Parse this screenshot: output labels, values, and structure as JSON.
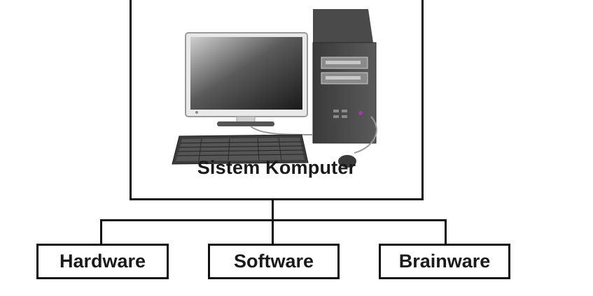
{
  "diagram": {
    "root": {
      "label": "Sistem Komputer",
      "illustration": "desktop-computer-icon"
    },
    "children": [
      {
        "label": "Hardware"
      },
      {
        "label": "Software"
      },
      {
        "label": "Brainware"
      }
    ]
  },
  "colors": {
    "line": "#111111",
    "background": "#ffffff",
    "text": "#1a1a1a"
  }
}
